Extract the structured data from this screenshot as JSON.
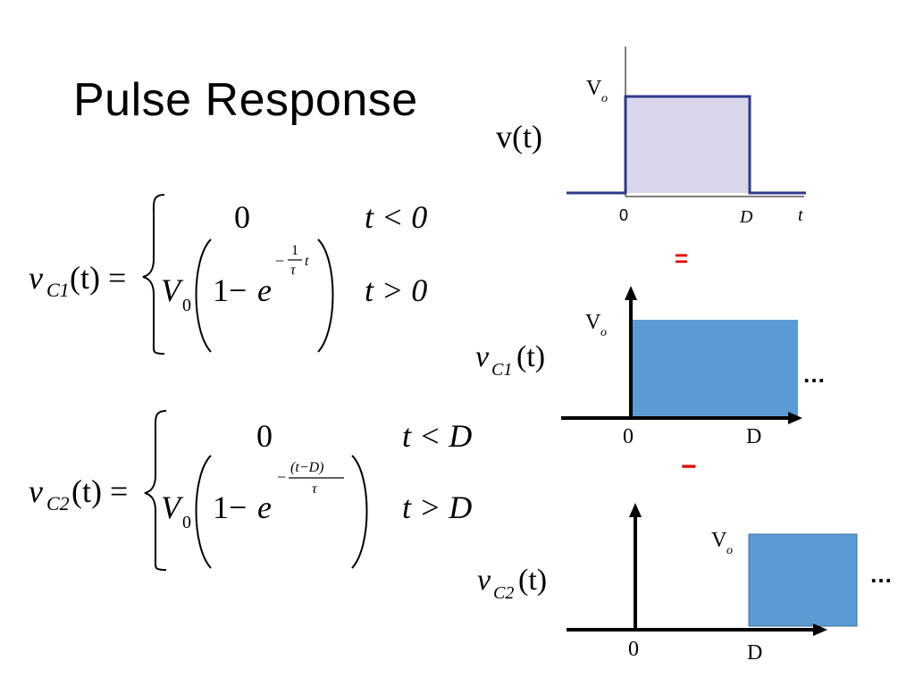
{
  "slide": {
    "title": "Pulse Response"
  },
  "equation1": {
    "lhs_v": "v",
    "lhs_sub": "C1",
    "lhs_arg": "(t) =",
    "case1_value": "0",
    "case1_cond": "t < 0",
    "case2_v": "V",
    "case2_v_sub": "0",
    "case2_one_minus": "1−",
    "case2_e": "e",
    "case2_exp_sign": "−",
    "case2_exp_num": "1",
    "case2_exp_den": "τ",
    "case2_exp_t": "t",
    "case2_cond": "t > 0"
  },
  "equation2": {
    "lhs_v": "v",
    "lhs_sub": "C2",
    "lhs_arg": "(t) =",
    "case1_value": "0",
    "case1_cond": "t < D",
    "case2_v": "V",
    "case2_v_sub": "0",
    "case2_one_minus": "1−",
    "case2_e": "e",
    "case2_exp_sign": "−",
    "case2_exp_num": "(t−D)",
    "case2_exp_den": "τ",
    "case2_cond": "t > D"
  },
  "graph_input": {
    "ylabel": "v(t)",
    "level_label_main": "V",
    "level_label_sub": "o",
    "tick_0": "0",
    "tick_D": "D",
    "axis_t": "t",
    "fill_color": "#d8d6ea",
    "line_color": "#2e3a8c"
  },
  "equals_mark": {
    "text": "="
  },
  "graph_c1": {
    "ylabel_v": "v",
    "ylabel_sub": "C1",
    "ylabel_arg": "(t)",
    "level_label_main": "V",
    "level_label_sub": "o",
    "tick_0": "0",
    "tick_D": "D",
    "continuation": "…",
    "fill_color": "#5b9bd5"
  },
  "minus_mark": {
    "text": "−"
  },
  "graph_c2": {
    "ylabel_v": "v",
    "ylabel_sub": "C2",
    "ylabel_arg": "(t)",
    "level_label_main": "V",
    "level_label_sub": "o",
    "tick_0": "0",
    "tick_D": "D",
    "continuation": "…",
    "fill_color": "#5b9bd5"
  }
}
